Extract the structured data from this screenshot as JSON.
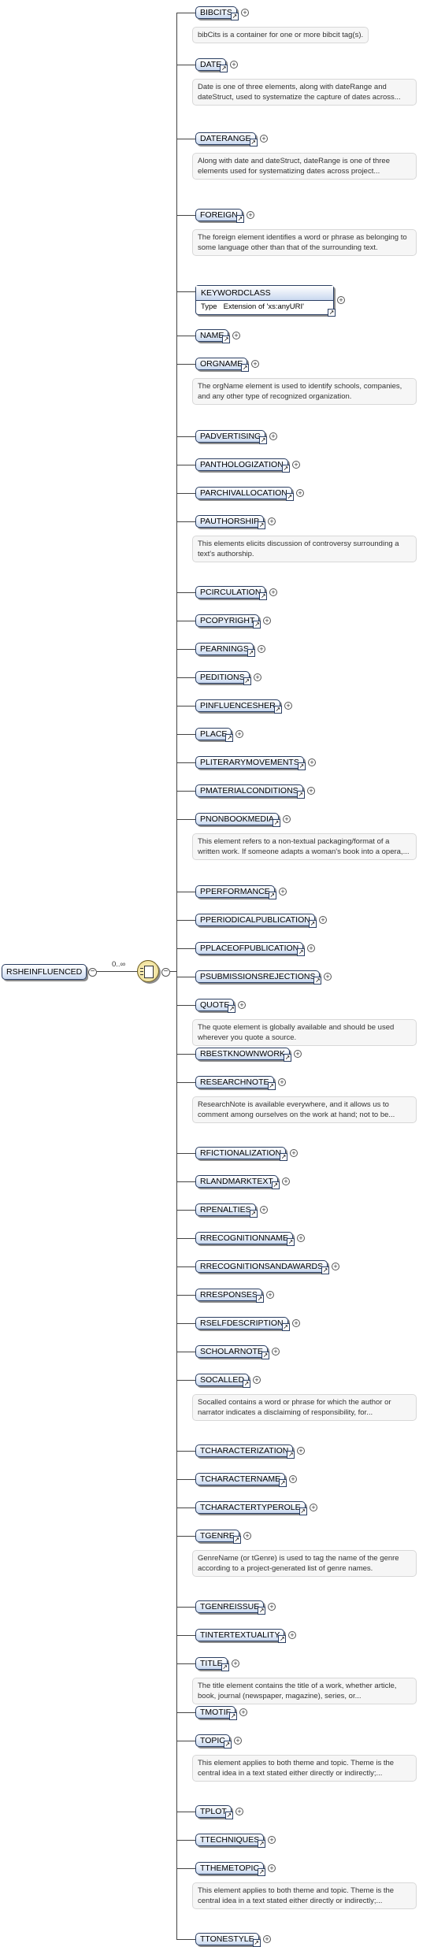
{
  "root": {
    "name": "RSHEINFLUENCED"
  },
  "compositor": {
    "occurrence": "0..∞",
    "kind": "choice-icon"
  },
  "children": [
    {
      "name": "BIBCITS",
      "doc": "bibCits is a container for one or more bibcit tag(s)."
    },
    {
      "name": "DATE",
      "doc": "Date is one of three elements, along with dateRange and dateStruct, used to systematize the capture of dates across..."
    },
    {
      "name": "DATERANGE",
      "doc": "Along with date and dateStruct, dateRange is one of three elements used for systematizing dates across project..."
    },
    {
      "name": "FOREIGN",
      "doc": "The foreign element identifies a word or phrase as belonging to some language other than that of the surrounding text."
    },
    {
      "name": "KEYWORDCLASS",
      "complex": true,
      "type_label": "Type",
      "type_value": "Extension of 'xs:anyURI'"
    },
    {
      "name": "NAME"
    },
    {
      "name": "ORGNAME",
      "doc": "The orgName element is used to identify schools, companies, and any other type of recognized organization."
    },
    {
      "name": "PADVERTISING"
    },
    {
      "name": "PANTHOLOGIZATION"
    },
    {
      "name": "PARCHIVALLOCATION"
    },
    {
      "name": "PAUTHORSHIP",
      "doc": "This elements elicits discussion of controversy surrounding a text's authorship."
    },
    {
      "name": "PCIRCULATION"
    },
    {
      "name": "PCOPYRIGHT"
    },
    {
      "name": "PEARNINGS"
    },
    {
      "name": "PEDITIONS"
    },
    {
      "name": "PINFLUENCESHER"
    },
    {
      "name": "PLACE"
    },
    {
      "name": "PLITERARYMOVEMENTS"
    },
    {
      "name": "PMATERIALCONDITIONS"
    },
    {
      "name": "PNONBOOKMEDIA",
      "doc": "This element refers to a non-textual packaging/format of a written work. If someone adapts a woman's book into a opera,..."
    },
    {
      "name": "PPERFORMANCE"
    },
    {
      "name": "PPERIODICALPUBLICATION"
    },
    {
      "name": "PPLACEOFPUBLICATION"
    },
    {
      "name": "PSUBMISSIONSREJECTIONS"
    },
    {
      "name": "QUOTE",
      "doc": "The quote element is globally available and should be used wherever you quote a source."
    },
    {
      "name": "RBESTKNOWNWORK"
    },
    {
      "name": "RESEARCHNOTE",
      "doc": "ResearchNote is available everywhere, and it allows us to comment among ourselves on the work at hand; not to be..."
    },
    {
      "name": "RFICTIONALIZATION"
    },
    {
      "name": "RLANDMARKTEXT"
    },
    {
      "name": "RPENALTIES"
    },
    {
      "name": "RRECOGNITIONNAME"
    },
    {
      "name": "RRECOGNITIONSANDAWARDS"
    },
    {
      "name": "RRESPONSES"
    },
    {
      "name": "RSELFDESCRIPTION"
    },
    {
      "name": "SCHOLARNOTE"
    },
    {
      "name": "SOCALLED",
      "doc": "Socalled contains a word or phrase for which the author or narrator indicates a disclaiming of responsibility, for..."
    },
    {
      "name": "TCHARACTERIZATION"
    },
    {
      "name": "TCHARACTERNAME"
    },
    {
      "name": "TCHARACTERTYPEROLE"
    },
    {
      "name": "TGENRE",
      "doc": "GenreName (or tGenre) is used to tag the name of the genre according to a project-generated list of genre names."
    },
    {
      "name": "TGENREISSUE"
    },
    {
      "name": "TINTERTEXTUALITY"
    },
    {
      "name": "TITLE",
      "doc": "The title element contains the title of a work, whether article, book, journal (newspaper, magazine), series, or..."
    },
    {
      "name": "TMOTIF"
    },
    {
      "name": "TOPIC",
      "doc": "This element applies to both theme and topic. Theme is the central idea in a text stated either directly or indirectly;..."
    },
    {
      "name": "TPLOT"
    },
    {
      "name": "TTECHNIQUES"
    },
    {
      "name": "TTHEMETOPIC",
      "doc": "This element applies to both theme and topic. Theme is the central idea in a text stated either directly or indirectly;..."
    },
    {
      "name": "TTONESTYLE"
    }
  ]
}
